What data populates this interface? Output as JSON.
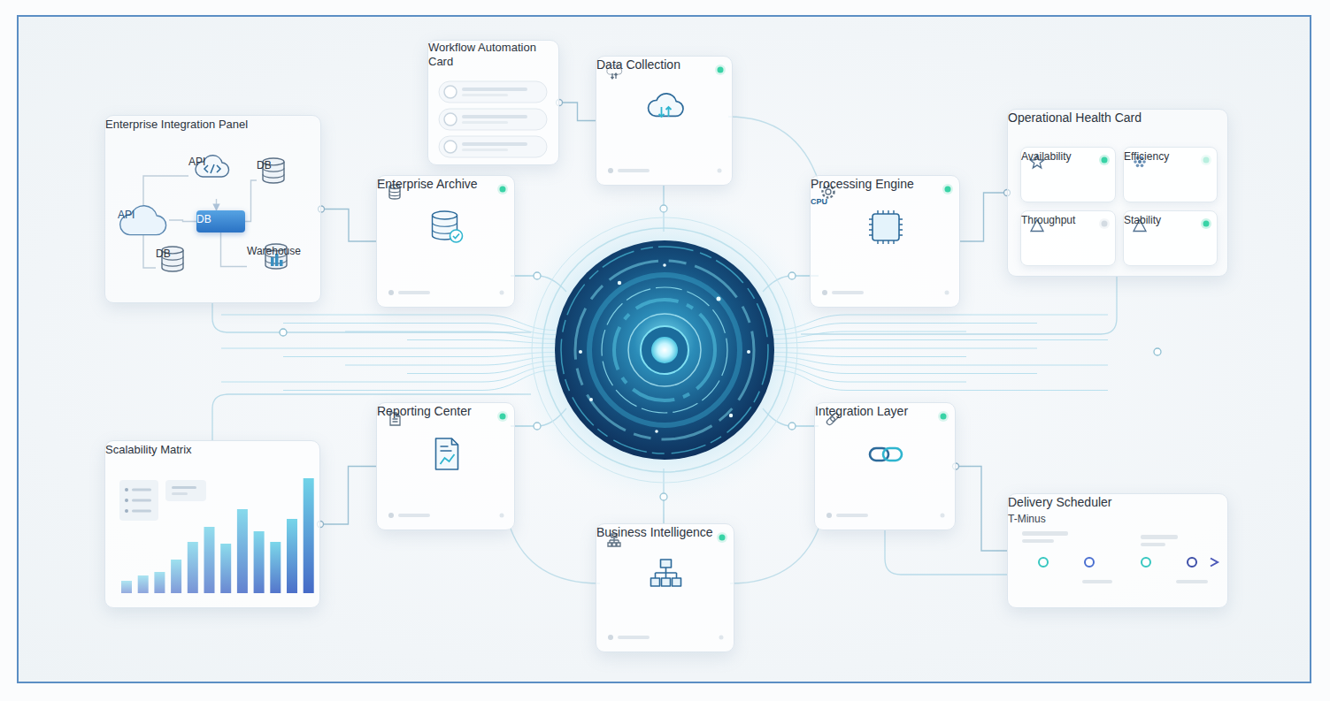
{
  "diagram": {
    "nodes": [
      {
        "text": [
          "Workflow Automation Card"
        ]
      },
      {
        "text": [
          "Data Collection"
        ]
      },
      {
        "text": [
          "Operational Health Card"
        ]
      },
      {
        "text": [
          "Availability"
        ],
        "in": 2
      },
      {
        "text": [
          "Efficiency"
        ],
        "in": 2
      },
      {
        "text": [
          "Throughput"
        ],
        "in": 2
      },
      {
        "text": [
          "Stability"
        ],
        "in": 2
      },
      {
        "text": [
          "Enterprise Integration Panel"
        ]
      },
      {
        "text": [
          "API"
        ],
        "in": 7
      },
      {
        "text": [
          "DB"
        ],
        "in": 7
      },
      {
        "text": [
          "API"
        ],
        "in": 7
      },
      {
        "text": [
          "DB"
        ],
        "in": 7
      },
      {
        "text": [
          "DB"
        ],
        "in": 7
      },
      {
        "text": [
          "Warehouse"
        ],
        "in": 7
      },
      {
        "text": [
          "Enterprise Archive"
        ]
      },
      {
        "text": [
          "Processing Engine"
        ]
      },
      {
        "text": [
          "Reporting Center"
        ]
      },
      {
        "text": [
          "Integration Layer"
        ]
      },
      {
        "text": [
          "Scalability Matrix"
        ]
      },
      {
        "text": [
          "Delivery Scheduler",
          "T-Minus"
        ]
      },
      {
        "text": [
          "Business Intelligence"
        ]
      }
    ],
    "edges": [
      {
        "from": 0,
        "to": 1,
        "arrow": "none"
      },
      {
        "from": 7,
        "to": 14,
        "arrow": "none"
      },
      {
        "from": 2,
        "to": 15,
        "arrow": "none"
      },
      {
        "from": 18,
        "to": 16,
        "arrow": "none"
      },
      {
        "from": 17,
        "to": 19,
        "arrow": "none"
      },
      {
        "from": 8,
        "to": 11,
        "arrow": "to"
      },
      {
        "from": 8,
        "to": 10,
        "arrow": "none"
      },
      {
        "from": 10,
        "to": 11,
        "arrow": "none"
      },
      {
        "from": 11,
        "to": 9,
        "arrow": "none"
      },
      {
        "from": 11,
        "to": 13,
        "arrow": "none"
      },
      {
        "from": 10,
        "to": 12,
        "arrow": "none"
      }
    ],
    "labels": [
      "CPU"
    ]
  }
}
